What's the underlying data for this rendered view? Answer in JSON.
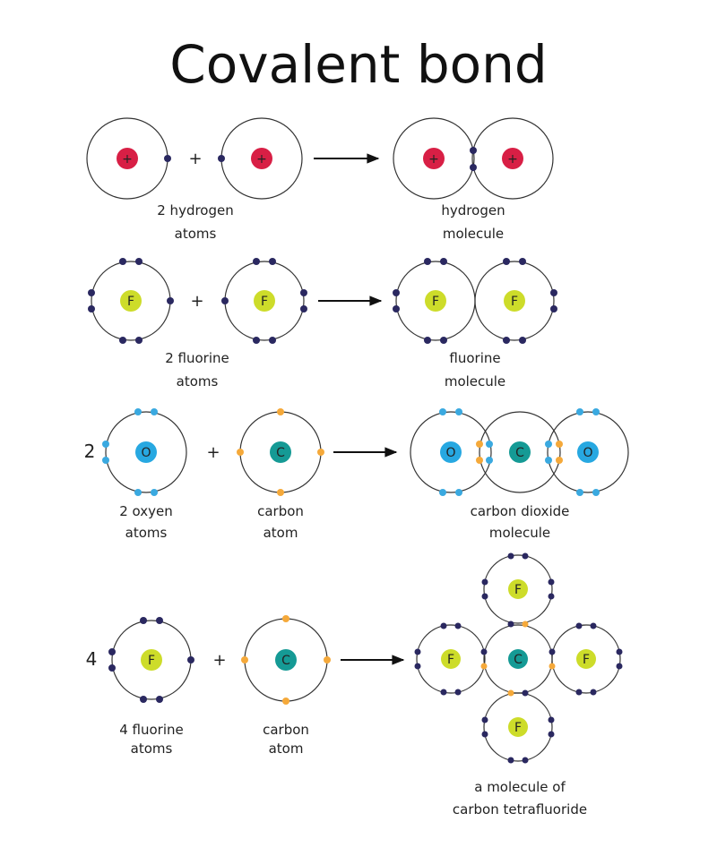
{
  "title": "Covalent bond",
  "colors": {
    "hydrogen_nucleus": "#d81f45",
    "fluorine_nucleus": "#cddc2a",
    "oxygen_nucleus": "#27a8e1",
    "carbon_nucleus": "#159a95",
    "electron_dark": "#2a2860",
    "electron_light_blue": "#3aa9e0",
    "electron_orange": "#f5a93a"
  },
  "rows": {
    "hydrogen": {
      "nucleus_symbol": "+",
      "reactant_label_line1": "2 hydrogen",
      "reactant_label_line2": "atoms",
      "product_label_line1": "hydrogen",
      "product_label_line2": "molecule",
      "plus": "+"
    },
    "fluorine": {
      "nucleus_symbol": "F",
      "reactant_label_line1": "2 fluorine",
      "reactant_label_line2": "atoms",
      "product_label_line1": "fluorine",
      "product_label_line2": "molecule",
      "plus": "+"
    },
    "carbon_dioxide": {
      "multiplier": "2",
      "oxygen_symbol": "O",
      "carbon_symbol": "C",
      "oxygen_label_line1": "2  oxyen",
      "oxygen_label_line2": "atoms",
      "carbon_label_line1": "carbon",
      "carbon_label_line2": "atom",
      "product_label_line1": "carbon  dioxide",
      "product_label_line2": "molecule",
      "plus": "+"
    },
    "carbon_tetrafluoride": {
      "multiplier": "4",
      "fluorine_symbol": "F",
      "carbon_symbol": "C",
      "fluorine_label_line1": "4  fluorine",
      "fluorine_label_line2": "atoms",
      "carbon_label_line1": "carbon",
      "carbon_label_line2": "atom",
      "product_label_line1": "a  molecule of",
      "product_label_line2": "carbon  tetrafluoride",
      "plus": "+"
    }
  }
}
